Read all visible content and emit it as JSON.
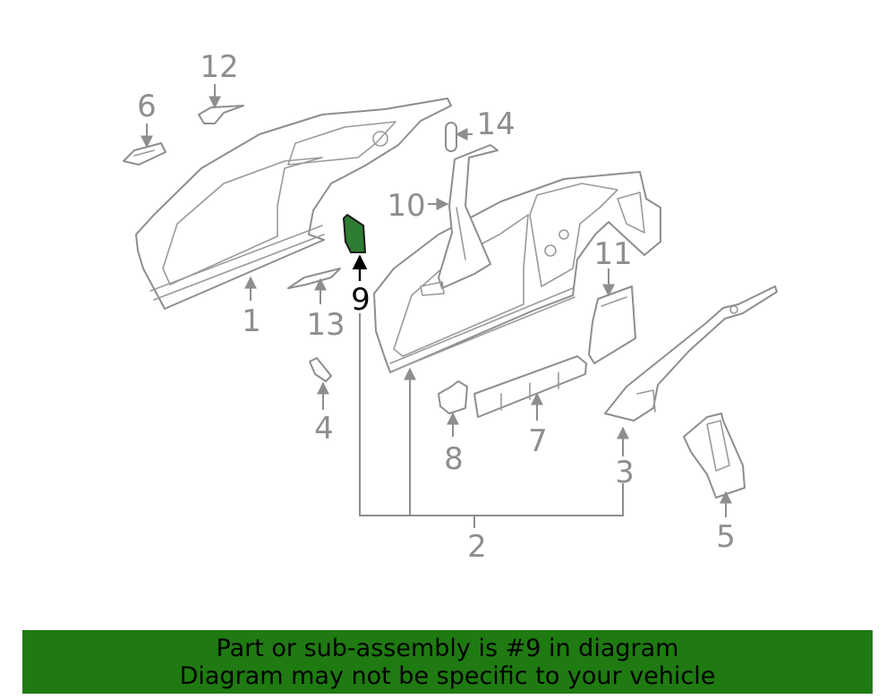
{
  "diagram": {
    "highlighted_part": "9",
    "callouts": {
      "c1": "1",
      "c2": "2",
      "c3": "3",
      "c4": "4",
      "c5": "5",
      "c6": "6",
      "c7": "7",
      "c8": "8",
      "c9": "9",
      "c10": "10",
      "c11": "11",
      "c12": "12",
      "c13": "13",
      "c14": "14"
    },
    "colors": {
      "line": "#8e8e8e",
      "highlight_fill": "#2e7d32",
      "highlight_label": "#000000"
    }
  },
  "banner": {
    "line1": "Part or sub-assembly is #9 in diagram",
    "line2": "Diagram may not be specific to your vehicle",
    "background": "#1f7a12"
  }
}
